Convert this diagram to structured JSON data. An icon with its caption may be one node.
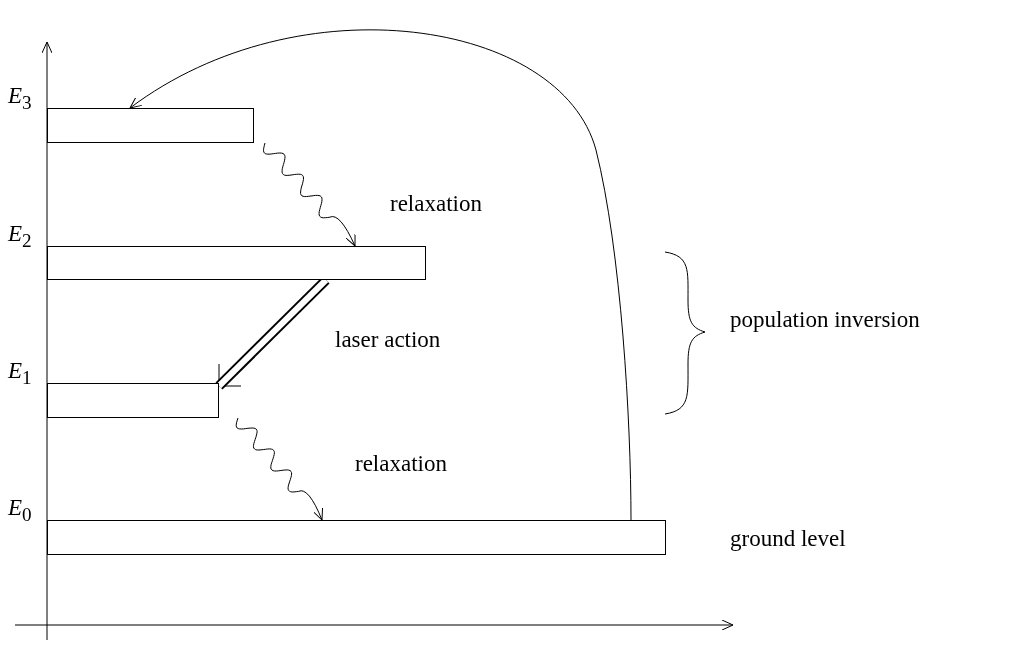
{
  "diagram": {
    "nodes": [
      {
        "text": [],
        "shape": "bar",
        "beside": [
          "*E*$_{3}$"
        ]
      },
      {
        "text": [],
        "shape": "bar",
        "beside": [
          "*E*$_{2}$"
        ]
      },
      {
        "text": [],
        "shape": "bar",
        "beside": [
          "*E*$_{1}$"
        ]
      },
      {
        "text": [],
        "shape": "bar",
        "beside": [
          "*E*$_{0}$",
          "ground level"
        ]
      }
    ],
    "edges": [
      {
        "from": 3,
        "to": 0,
        "arrow": "to"
      },
      {
        "from": 0,
        "to": 1,
        "arrow": "to",
        "label": "relaxation"
      },
      {
        "from": 1,
        "to": 2,
        "arrow": "to",
        "label": "laser action",
        "style": "thick"
      },
      {
        "from": 2,
        "to": 3,
        "arrow": "to",
        "label": "relaxation"
      }
    ],
    "labels": [
      "population inversion"
    ]
  }
}
